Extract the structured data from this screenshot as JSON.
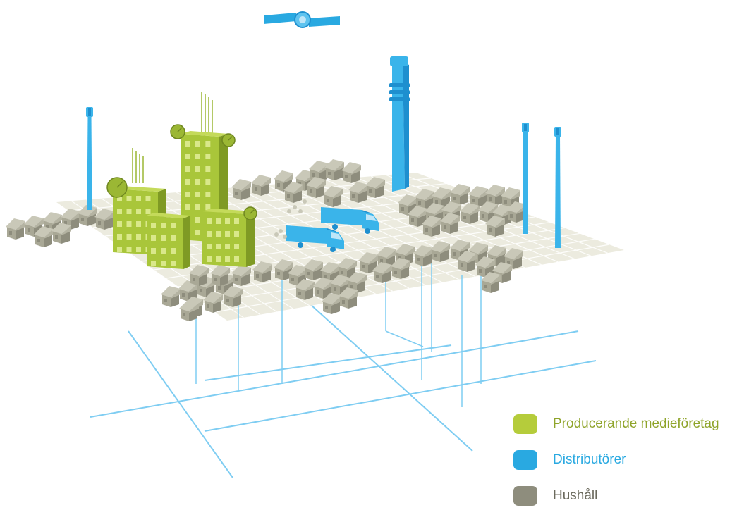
{
  "legend": [
    {
      "label": "Producerande medieföretag",
      "color": "#b5cc3b",
      "text_color": "#8fa42a"
    },
    {
      "label": "Distributörer",
      "color": "#29a9e1",
      "text_color": "#29a9e1"
    },
    {
      "label": "Hushåll",
      "color": "#8e8d7d",
      "text_color": "#6b6a5d"
    }
  ],
  "colors": {
    "ground": "#ecebdf",
    "grid_line": "#ffffff",
    "house_front": "#a9a896",
    "house_side": "#8e8d7d",
    "house_roof": "#c9c8b8",
    "building_front": "#a9c63a",
    "building_side": "#7f9a24",
    "window": "#d9e88a",
    "distributor": "#3ab4ea",
    "distributor_dark": "#1e8fcf",
    "cable": "#7fcdf2"
  }
}
